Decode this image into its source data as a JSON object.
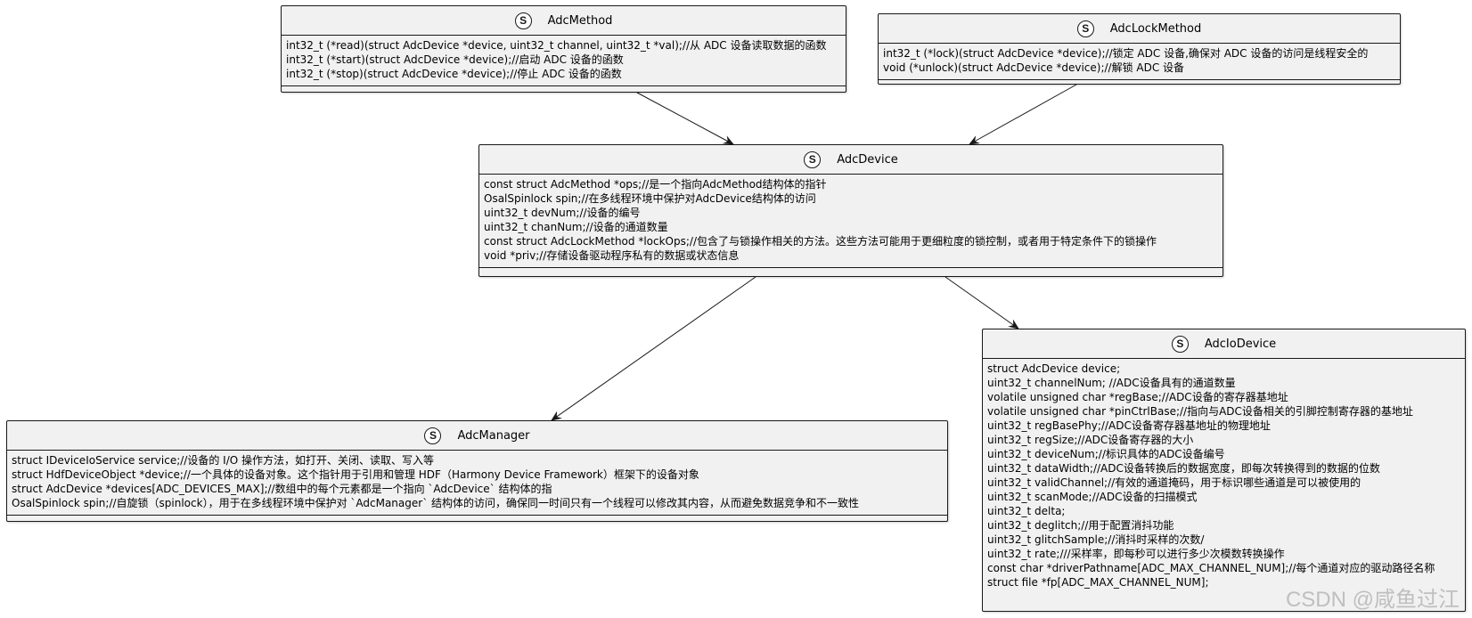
{
  "classes": {
    "adc_method": {
      "stereotype": "S",
      "name": "AdcMethod",
      "members": [
        "int32_t (*read)(struct AdcDevice *device, uint32_t channel, uint32_t *val);//从 ADC 设备读取数据的函数",
        "int32_t (*start)(struct AdcDevice *device);//启动 ADC 设备的函数",
        "int32_t (*stop)(struct AdcDevice *device);//停止 ADC 设备的函数"
      ]
    },
    "adc_lock_method": {
      "stereotype": "S",
      "name": "AdcLockMethod",
      "members": [
        "int32_t (*lock)(struct AdcDevice *device);//锁定 ADC 设备,确保对 ADC 设备的访问是线程安全的",
        "void (*unlock)(struct AdcDevice *device);//解锁 ADC 设备"
      ]
    },
    "adc_device": {
      "stereotype": "S",
      "name": "AdcDevice",
      "members": [
        "const struct AdcMethod *ops;//是一个指向AdcMethod结构体的指针",
        "OsalSpinlock spin;//在多线程环境中保护对AdcDevice结构体的访问",
        "uint32_t devNum;//设备的编号",
        "uint32_t chanNum;//设备的通道数量",
        "const struct AdcLockMethod *lockOps;//包含了与锁操作相关的方法。这些方法可能用于更细粒度的锁控制，或者用于特定条件下的锁操作",
        "void *priv;//存储设备驱动程序私有的数据或状态信息"
      ]
    },
    "adc_manager": {
      "stereotype": "S",
      "name": "AdcManager",
      "members": [
        "struct IDeviceIoService service;//设备的 I/O 操作方法，如打开、关闭、读取、写入等",
        "struct HdfDeviceObject *device;//一个具体的设备对象。这个指针用于引用和管理 HDF（Harmony Device Framework）框架下的设备对象",
        "struct AdcDevice *devices[ADC_DEVICES_MAX];//数组中的每个元素都是一个指向 `AdcDevice` 结构体的指",
        "OsalSpinlock spin;//自旋锁（spinlock），用于在多线程环境中保护对 `AdcManager` 结构体的访问，确保同一时间只有一个线程可以修改其内容，从而避免数据竞争和不一致性"
      ]
    },
    "adc_io_device": {
      "stereotype": "S",
      "name": "AdcIoDevice",
      "members": [
        "struct AdcDevice device;",
        "uint32_t channelNum; //ADC设备具有的通道数量",
        "volatile unsigned char *regBase;//ADC设备的寄存器基地址",
        "volatile unsigned char *pinCtrlBase;//指向与ADC设备相关的引脚控制寄存器的基地址",
        "uint32_t regBasePhy;//ADC设备寄存器基地址的物理地址",
        "uint32_t regSize;//ADC设备寄存器的大小",
        "uint32_t deviceNum;//标识具体的ADC设备编号",
        "uint32_t dataWidth;//ADC设备转换后的数据宽度，即每次转换得到的数据的位数",
        "uint32_t validChannel;//有效的通道掩码，用于标识哪些通道是可以被使用的",
        "uint32_t scanMode;//ADC设备的扫描模式",
        "uint32_t delta;",
        "uint32_t deglitch;//用于配置消抖功能",
        "uint32_t glitchSample;//消抖时采样的次数/",
        "uint32_t rate;///采样率，即每秒可以进行多少次模数转换操作",
        "const char *driverPathname[ADC_MAX_CHANNEL_NUM];//每个通道对应的驱动路径名称",
        "struct file *fp[ADC_MAX_CHANNEL_NUM];"
      ]
    }
  },
  "relations": [
    {
      "from": "AdcMethod",
      "to": "AdcDevice"
    },
    {
      "from": "AdcLockMethod",
      "to": "AdcDevice"
    },
    {
      "from": "AdcDevice",
      "to": "AdcManager"
    },
    {
      "from": "AdcDevice",
      "to": "AdcIoDevice"
    }
  ],
  "colors": {
    "box_fill": "#f1f1f1",
    "box_border": "#181818",
    "arrow": "#181818"
  },
  "watermark": "CSDN @咸鱼过江"
}
